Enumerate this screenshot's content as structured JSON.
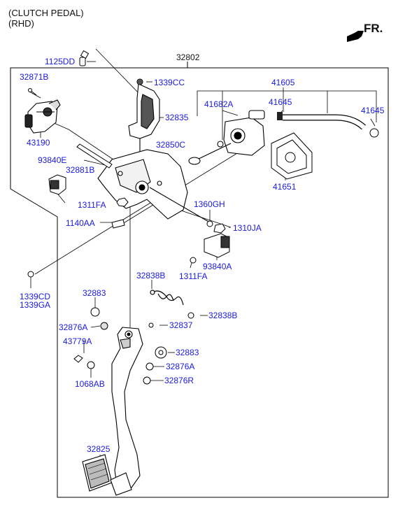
{
  "header": {
    "line1": "(CLUTCH PEDAL)",
    "line2": "(RHD)",
    "direction": "FR."
  },
  "parts": {
    "p1125DD": "1125DD",
    "p32802": "32802",
    "p32871B": "32871B",
    "p1339CC": "1339CC",
    "p41605": "41605",
    "p41682A": "41682A",
    "p41645_top": "41645",
    "p41645_right": "41645",
    "p32835": "32835",
    "p43190": "43190",
    "p32850C": "32850C",
    "p93840E": "93840E",
    "p32881B": "32881B",
    "p41651": "41651",
    "p1311FA_a": "1311FA",
    "p1360GH": "1360GH",
    "p1140AA": "1140AA",
    "p1310JA": "1310JA",
    "p93840A": "93840A",
    "p1311FA_b": "1311FA",
    "p32838B_top": "32838B",
    "p1339CD": "1339CD",
    "p1339GA": "1339GA",
    "p32883_top": "32883",
    "p32838B_right": "32838B",
    "p32876A_left": "32876A",
    "p32837": "32837",
    "p43779A": "43779A",
    "p32883_bottom": "32883",
    "p32876A_right": "32876A",
    "p1068AB": "1068AB",
    "p32876R": "32876R",
    "p32825": "32825"
  }
}
